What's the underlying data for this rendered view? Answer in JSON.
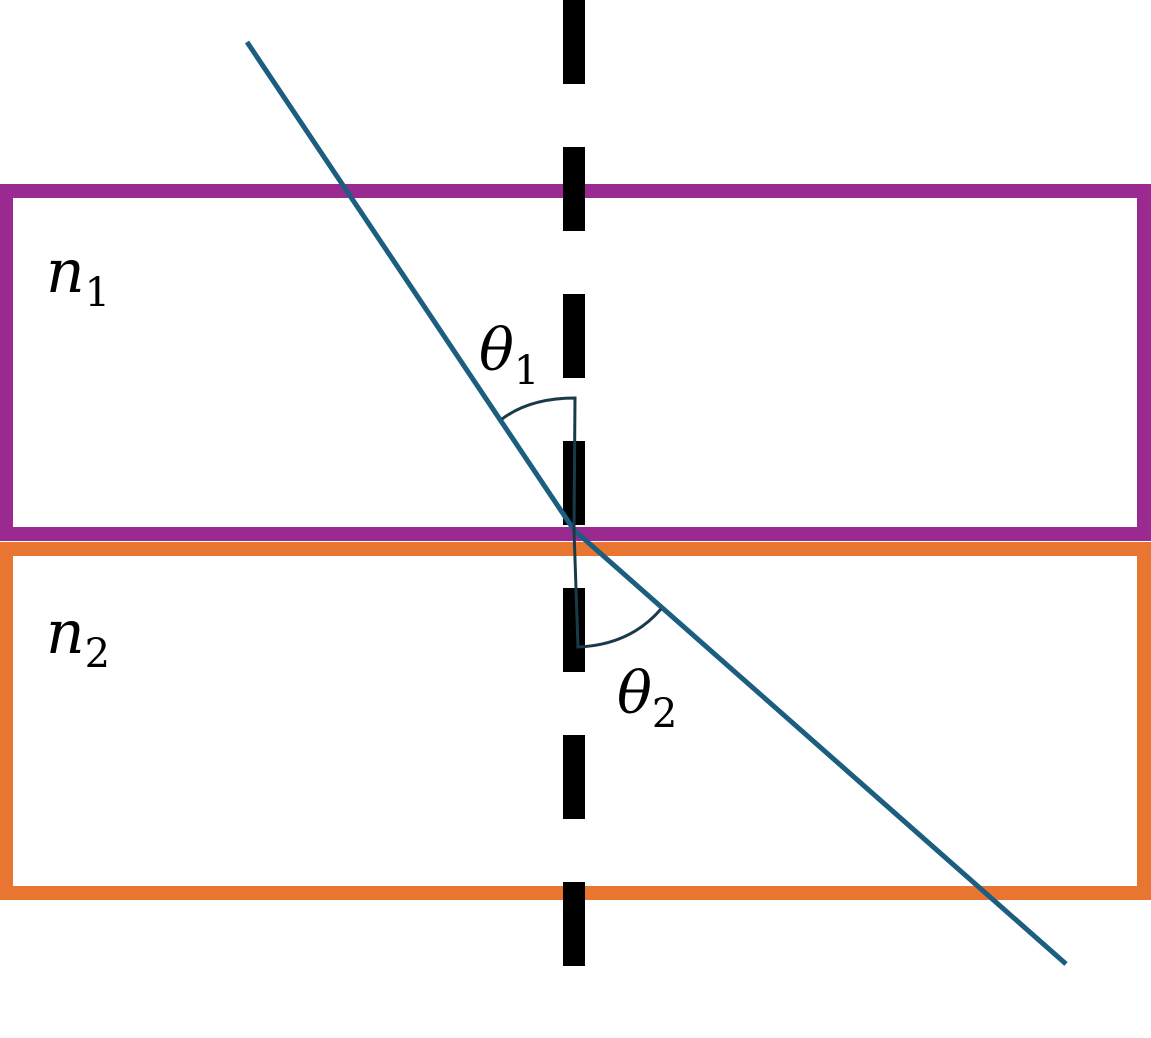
{
  "diagram": {
    "medium_1": {
      "symbol": "n",
      "subscript": "1",
      "border_color": "#9b2a90"
    },
    "medium_2": {
      "symbol": "n",
      "subscript": "2",
      "border_color": "#e87530"
    },
    "angle_1": {
      "symbol": "θ",
      "subscript": "1"
    },
    "angle_2": {
      "symbol": "θ",
      "subscript": "2"
    },
    "colors": {
      "ray": "#1c5e80",
      "normal": "#000000",
      "arc": "#1a3a4a"
    },
    "icons": {
      "normal_line": "dashed-vertical-line",
      "ray": "refracted-light-ray"
    }
  }
}
